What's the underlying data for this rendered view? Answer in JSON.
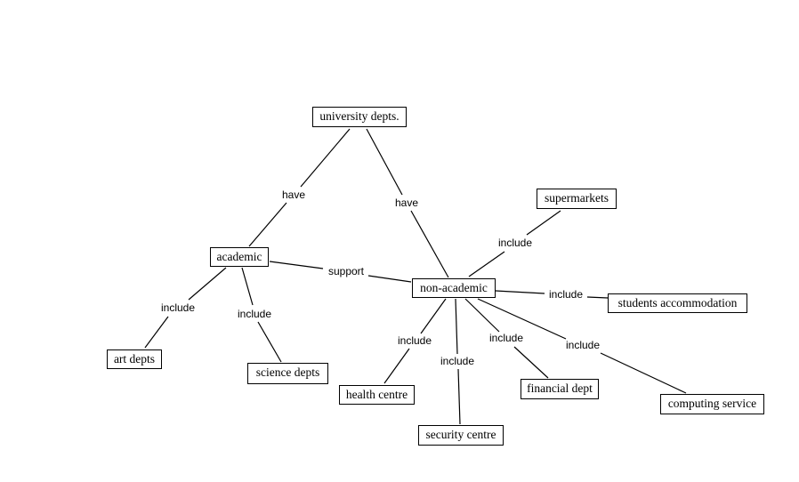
{
  "nodes": {
    "university": "university depts.",
    "academic": "academic",
    "non_academic": "non-academic",
    "supermarkets": "supermarkets",
    "students_accommodation": "students accommodation",
    "art_depts": "art depts",
    "science_depts": "science depts",
    "health_centre": "health centre",
    "security_centre": "security centre",
    "financial_dept": "financial dept",
    "computing_service": "computing service"
  },
  "links": {
    "have_academic": "have",
    "have_non_academic": "have",
    "support": "support",
    "include_art": "include",
    "include_science": "include",
    "include_supermarkets": "include",
    "include_students": "include",
    "include_health": "include",
    "include_security": "include",
    "include_financial": "include",
    "include_computing": "include"
  }
}
